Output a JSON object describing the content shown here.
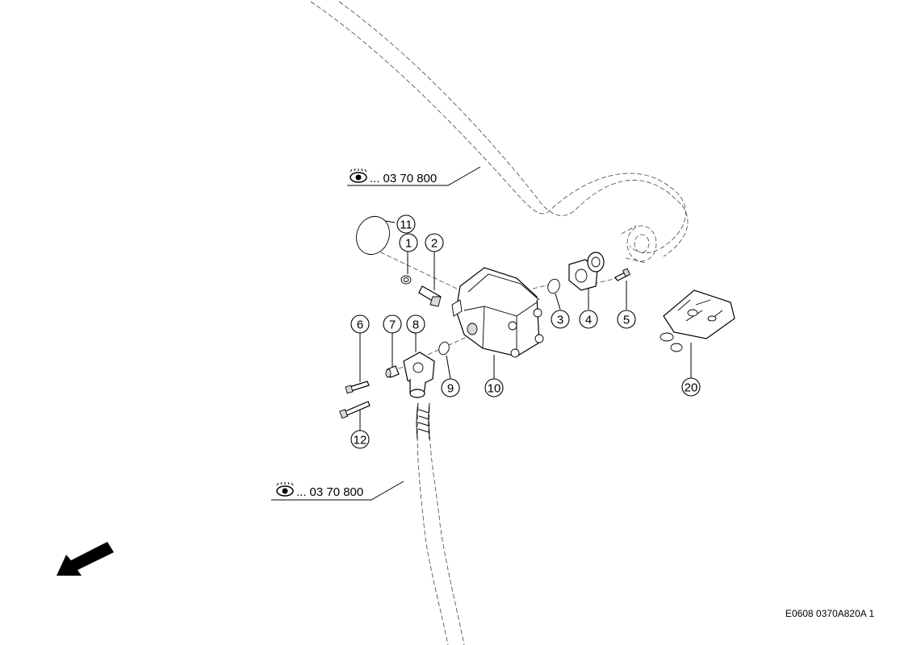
{
  "references": [
    {
      "prefix": "...",
      "code": "03 70 800",
      "icon": "eye-icon"
    },
    {
      "prefix": "...",
      "code": "03 70 800",
      "icon": "eye-icon"
    }
  ],
  "callouts": [
    "1",
    "2",
    "3",
    "4",
    "5",
    "6",
    "7",
    "8",
    "9",
    "10",
    "11",
    "12",
    "20"
  ],
  "drawing_code": "E0608 0370A820A 1",
  "direction_icon": "front-direction-arrow-icon"
}
